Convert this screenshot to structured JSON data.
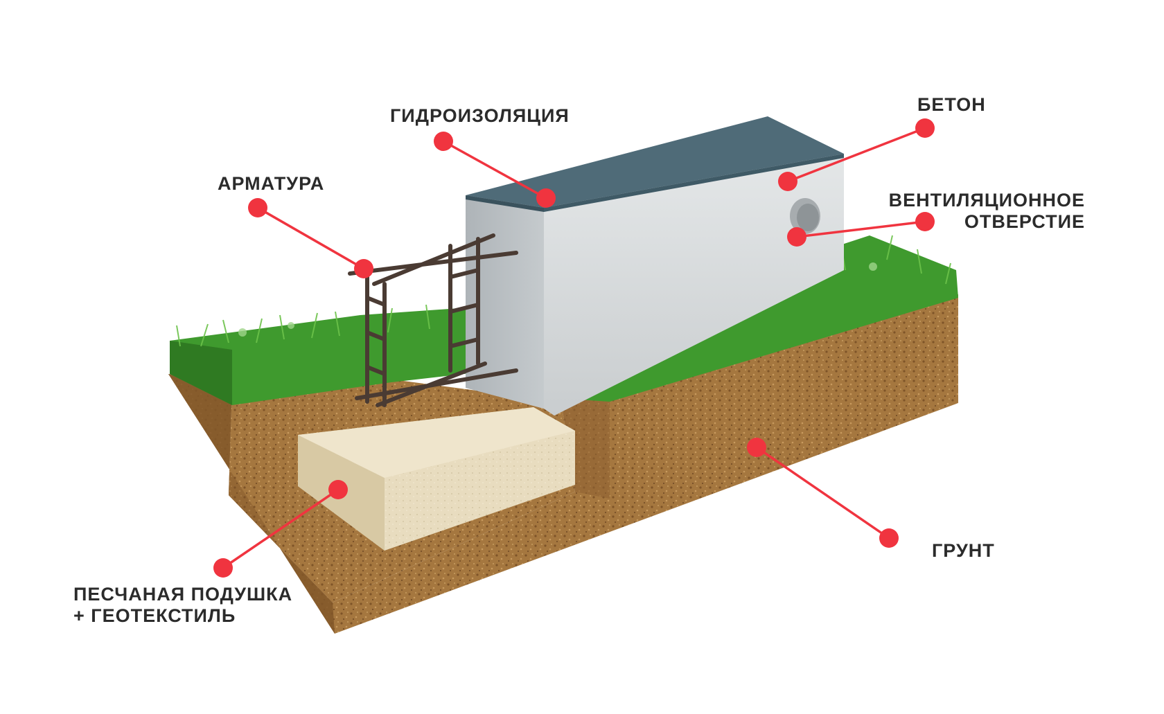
{
  "colors": {
    "marker": "#f0343f",
    "label_text": "#2b2b2b",
    "soil": "#a5773f",
    "grass": "#3f9a2e",
    "concrete": "#d9dcdc",
    "waterproofing": "#4f6b78",
    "sand_cushion": "#e8dcbf",
    "rebar": "#4a3b33"
  },
  "labels": {
    "waterproofing": "ГИДРОИЗОЛЯЦИЯ",
    "concrete": "БЕТОН",
    "rebar": "АРМАТУРА",
    "vent_line1": "ВЕНТИЛЯЦИОННОЕ",
    "vent_line2": "ОТВЕРСТИЕ",
    "soil": "ГРУНТ",
    "sand_line1": "ПЕСЧАНАЯ ПОДУШКА",
    "sand_line2": "+ ГЕОТЕКСТИЛЬ"
  }
}
